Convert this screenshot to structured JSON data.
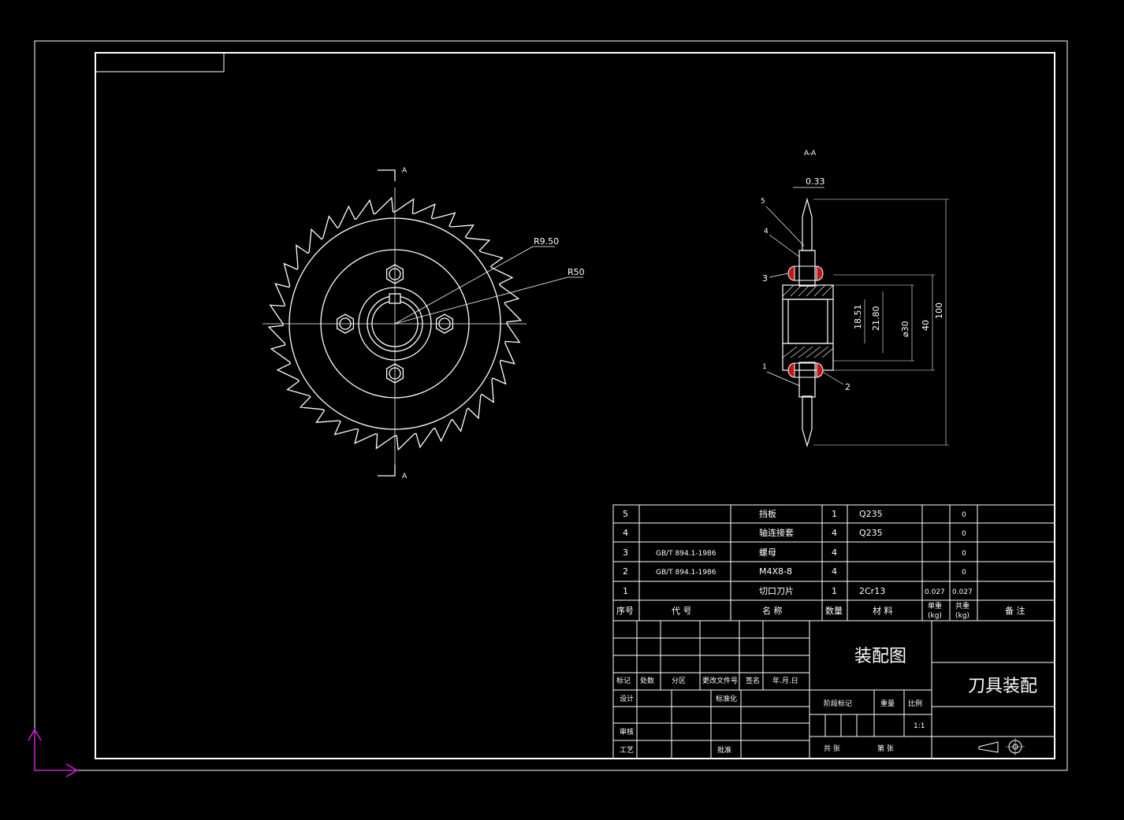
{
  "drawing": {
    "section_label": "A-A",
    "section_mark_top": "A",
    "section_mark_bottom": "A",
    "dims": {
      "r_small": "R9.50",
      "r_large": "R50",
      "thickness": "0.33",
      "d1": "18.51",
      "d2": "21.80",
      "d3": "⌀30",
      "d4": "40",
      "d5": "100"
    },
    "balloons": [
      "5",
      "4",
      "3",
      "1",
      "2"
    ]
  },
  "bom": {
    "rows": [
      {
        "no": "5",
        "code": "",
        "name": "挡板",
        "qty": "1",
        "material": "Q235",
        "unit": "",
        "total": "0",
        "note": ""
      },
      {
        "no": "4",
        "code": "",
        "name": "轴连接套",
        "qty": "4",
        "material": "Q235",
        "unit": "",
        "total": "0",
        "note": ""
      },
      {
        "no": "3",
        "code": "GB/T 894.1-1986",
        "name": "螺母",
        "qty": "4",
        "material": "",
        "unit": "",
        "total": "0",
        "note": ""
      },
      {
        "no": "2",
        "code": "GB/T 894.1-1986",
        "name": "M4X8-8",
        "qty": "4",
        "material": "",
        "unit": "",
        "total": "0",
        "note": ""
      },
      {
        "no": "1",
        "code": "",
        "name": "切口刀片",
        "qty": "1",
        "material": "2Cr13",
        "unit": "0.027",
        "total": "0.027",
        "note": ""
      }
    ],
    "header": {
      "no": "序号",
      "code": "代 号",
      "name": "名 称",
      "qty": "数量",
      "material": "材 料",
      "unit_l1": "单重",
      "unit_l2": "(kg)",
      "total_l1": "共重",
      "total_l2": "(kg)",
      "note": "备 注"
    }
  },
  "title_block": {
    "drawing_type": "装配图",
    "title": "刀具装配",
    "rev_headers": [
      "标记",
      "处数",
      "分区",
      "更改文件号",
      "签名",
      "年.月.日"
    ],
    "roles": {
      "design": "设计",
      "standard": "标准化",
      "check": "审核",
      "process": "工艺",
      "approve": "批准"
    },
    "stage_mark": "阶段标记",
    "weight": "重量",
    "scale_label": "比例",
    "scale": "1:1",
    "sheets_total": "共 张",
    "sheet_no": "第 张"
  }
}
